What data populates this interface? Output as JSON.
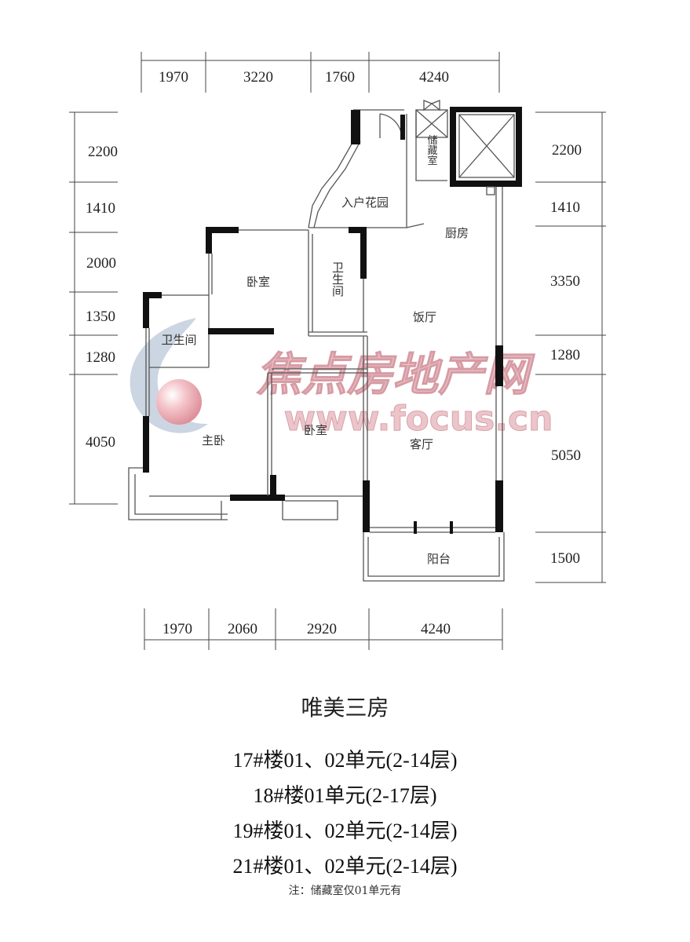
{
  "floorplan": {
    "dims_top": [
      "1970",
      "3220",
      "1760",
      "4240"
    ],
    "dims_bottom": [
      "1970",
      "2060",
      "2920",
      "4240"
    ],
    "dims_left": [
      "2200",
      "1410",
      "2000",
      "1350",
      "1280",
      "4050"
    ],
    "dims_right": [
      "2200",
      "1410",
      "3350",
      "1280",
      "5050",
      "1500"
    ],
    "rooms": {
      "entry_garden": "入户花园",
      "storage": "储藏室",
      "kitchen": "厨房",
      "bedroom_north": "卧室",
      "bathroom_middle": "卫生间",
      "dining": "饭厅",
      "bathroom_west": "卫生间",
      "master_bedroom": "主卧",
      "bedroom_south": "卧室",
      "living_room": "客厅",
      "balcony": "阳台"
    },
    "watermark": {
      "brand": "焦点房地产网",
      "url": "www.focus.cn"
    }
  },
  "title": "唯美三房",
  "units": [
    "17#楼01、02单元(2-14层)",
    "18#楼01单元(2-17层)",
    "19#楼01、02单元(2-14层)",
    "21#楼01、02单元(2-14层)"
  ],
  "note": "注：储藏室仅01单元有",
  "colors": {
    "wall": "#111111",
    "watermark_red": "#e0a0a8",
    "watermark_blue": "#b8c8d8"
  }
}
